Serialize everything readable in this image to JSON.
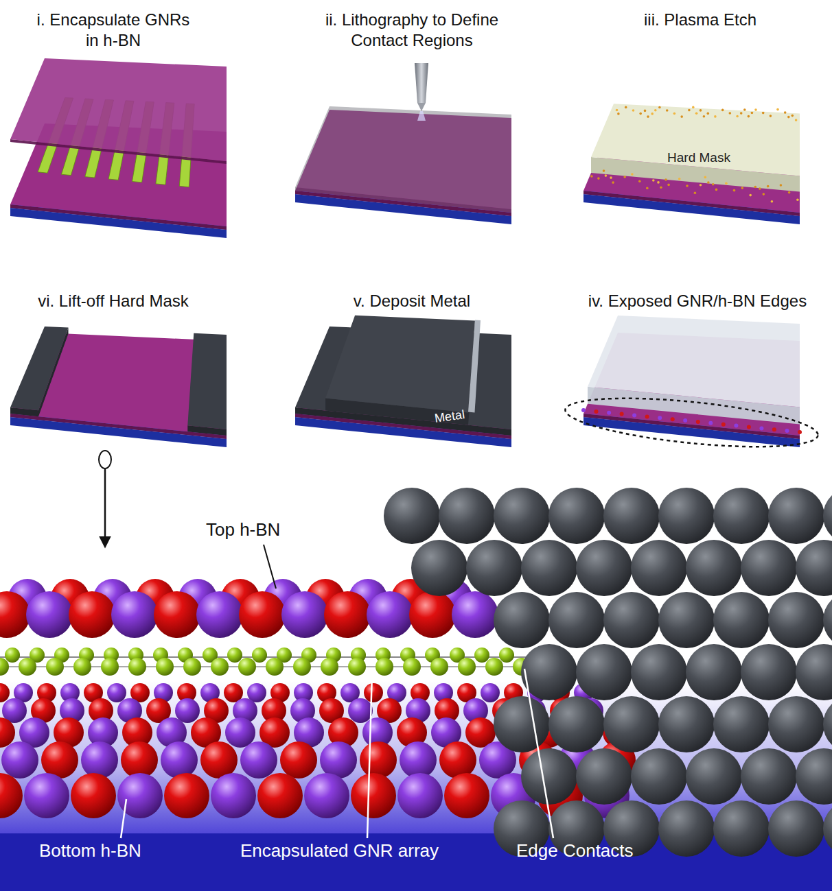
{
  "diagram": {
    "labels": [
      "i. Encapsulate GNRs in h-BN",
      "ii. Lithography to Define Contact Regions",
      "iii. Plasma Etch",
      "Hard Mask",
      "vi. Lift-off Hard Mask",
      "v. Deposit Metal",
      "Metal",
      "iv. Exposed GNR/h-BN Edges",
      "Top h-BN",
      "Bottom h-BN",
      "Encapsulated GNR array",
      "Edge Contacts"
    ]
  }
}
